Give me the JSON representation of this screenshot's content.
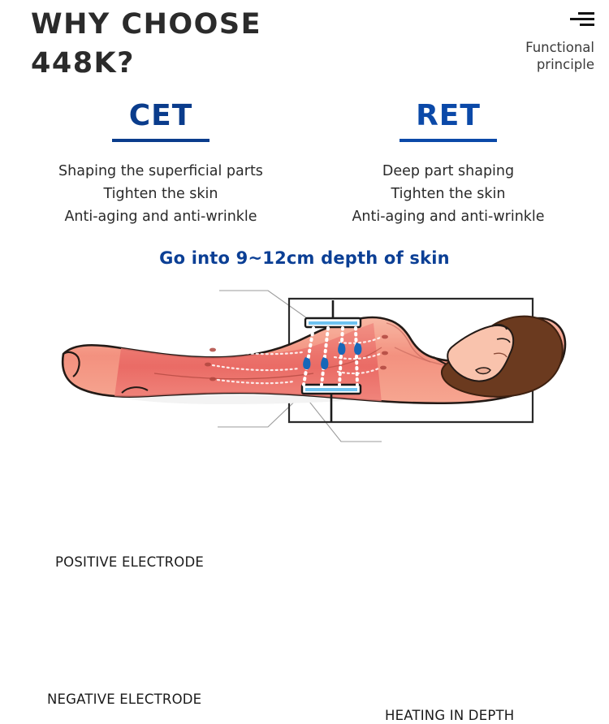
{
  "header": {
    "title": "WHY  CHOOSE\n448K?",
    "menu_icon": "hamburger-icon",
    "subtitle": "Functional\nprinciple"
  },
  "columns": [
    {
      "id": "cet",
      "heading": "CET",
      "accent_color": "#0a3c8c",
      "lines": [
        "Shaping the superficial parts",
        "Tighten the skin",
        "Anti-aging and anti-wrinkle"
      ]
    },
    {
      "id": "ret",
      "heading": "RET",
      "accent_color": "#0b49a8",
      "lines": [
        "Deep part shaping",
        "Tighten the skin",
        "Anti-aging and anti-wrinkle"
      ]
    }
  ],
  "depth_headline": {
    "text": "Go into 9~12cm depth of skin",
    "color": "#0b3f95"
  },
  "diagram": {
    "labels": {
      "positive_electrode": "POSITIVE ELECTRODE",
      "negative_electrode": "NEGATIVE ELECTRODE",
      "heating_in_depth": "HEATING IN DEPTH"
    },
    "ac_source_symbol": "ac-generator-icon",
    "colors": {
      "skin": "#f4a08d",
      "skin_deep": "#ef6f6c",
      "body_outline": "#231a16",
      "hair": "#6b3a1f",
      "electrode": "#1b1b1b",
      "current": "#1f7fd4",
      "circuit": "#2a2a2a",
      "leader_line": "#9b9b9b"
    }
  }
}
